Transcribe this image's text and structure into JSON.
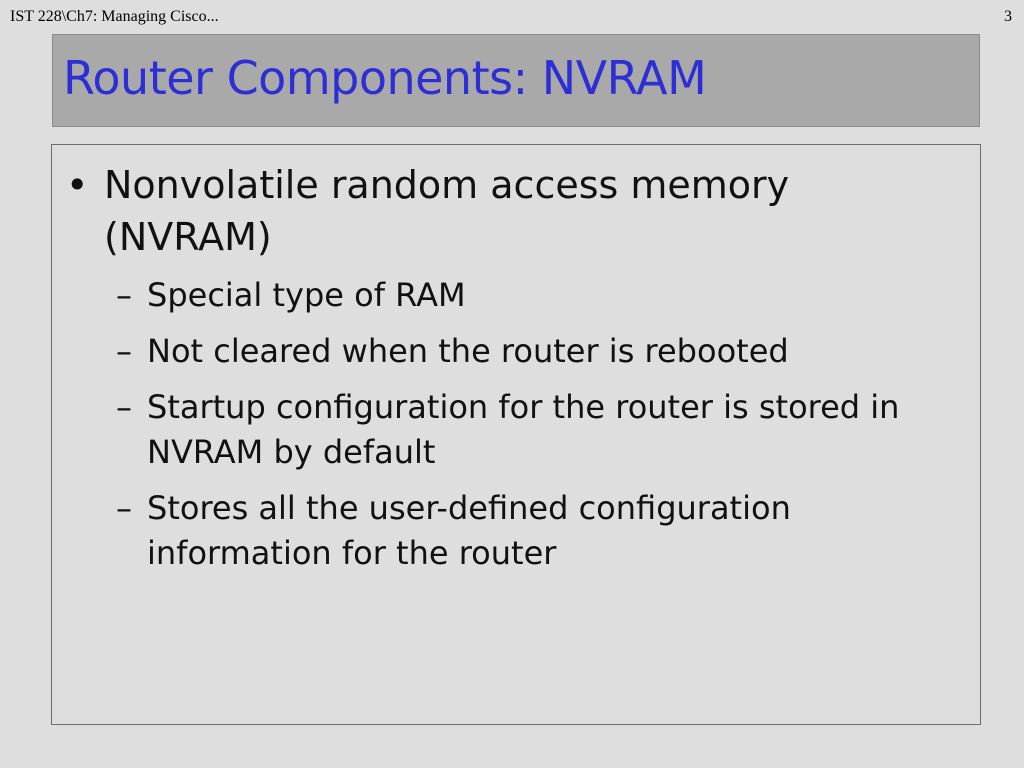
{
  "header": {
    "course": "IST 228\\Ch7: Managing Cisco...",
    "page_number": "3"
  },
  "slide": {
    "title": "Router Components: NVRAM",
    "bullet": {
      "marker": "•",
      "text": "Nonvolatile random access memory (NVRAM)"
    },
    "sub_marker": "–",
    "sub_items": [
      "Special type of RAM",
      "Not cleared when the router is rebooted",
      "Startup configuration for the router is stored in NVRAM by default",
      "Stores all the user-defined configuration information for the router"
    ]
  },
  "colors": {
    "background": "#dedede",
    "title_bar": "#a9a9a9",
    "title_text": "#2e2ed6"
  }
}
